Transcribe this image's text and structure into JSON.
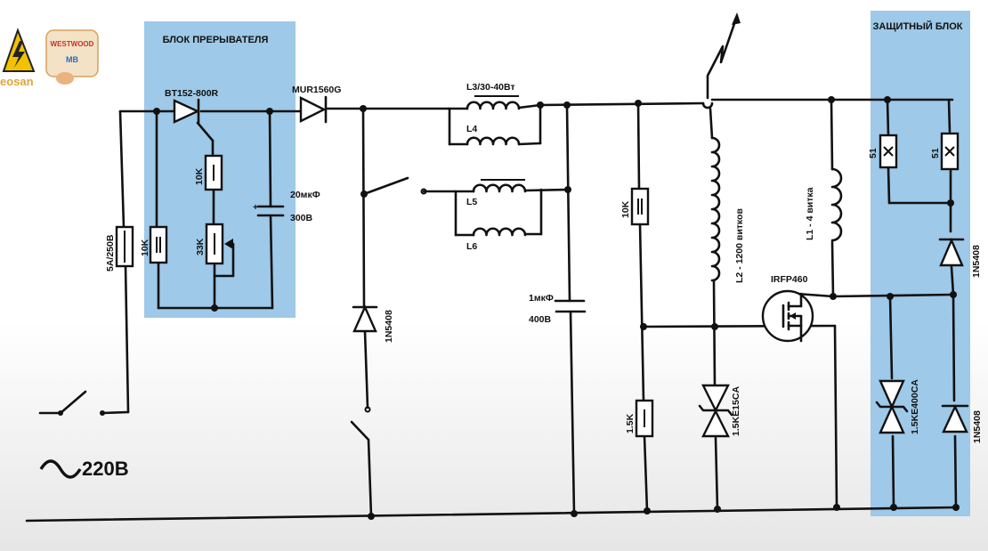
{
  "blocks": {
    "chopper": {
      "title": "БЛОК ПРЕРЫВАТЕЛЯ",
      "color": "#9ec9e8"
    },
    "protection": {
      "title": "ЗАЩИТНЫЙ БЛОК",
      "color": "#9ec9e8"
    }
  },
  "logos": {
    "brand_text": "eosan",
    "badge_text": "WESTWOOD",
    "badge_sub": "MB"
  },
  "labels": {
    "thyristor": "BT152-800R",
    "diode_mur": "MUR1560G",
    "coil_l3": "L3/30-40Вт",
    "coil_l4": "L4",
    "coil_l5": "L5",
    "coil_l6": "L6",
    "res_10k_a": "10K",
    "res_10k_b": "10K",
    "pot_33k": "33K",
    "cap_20": "20мкФ",
    "cap_20_v": "300В",
    "fuse": "5А/250В",
    "diode_1n5408_a": "1N5408",
    "cap_1": "1мкФ",
    "cap_1_v": "400В",
    "res_10k_c": "10K",
    "res_1_5k": "1.5K",
    "coil_l2": "L2 - 1200 витков",
    "mosfet": "IRFP460",
    "tvs_15": "1.5KE15CA",
    "coil_l1": "L1 - 4 витка",
    "res_51_a": "51",
    "res_51_b": "51",
    "diode_1n5408_b": "1N5408",
    "tvs_400": "1.5KE400CA",
    "diode_1n5408_c": "1N5408",
    "plus": "+",
    "mains": "220В"
  }
}
